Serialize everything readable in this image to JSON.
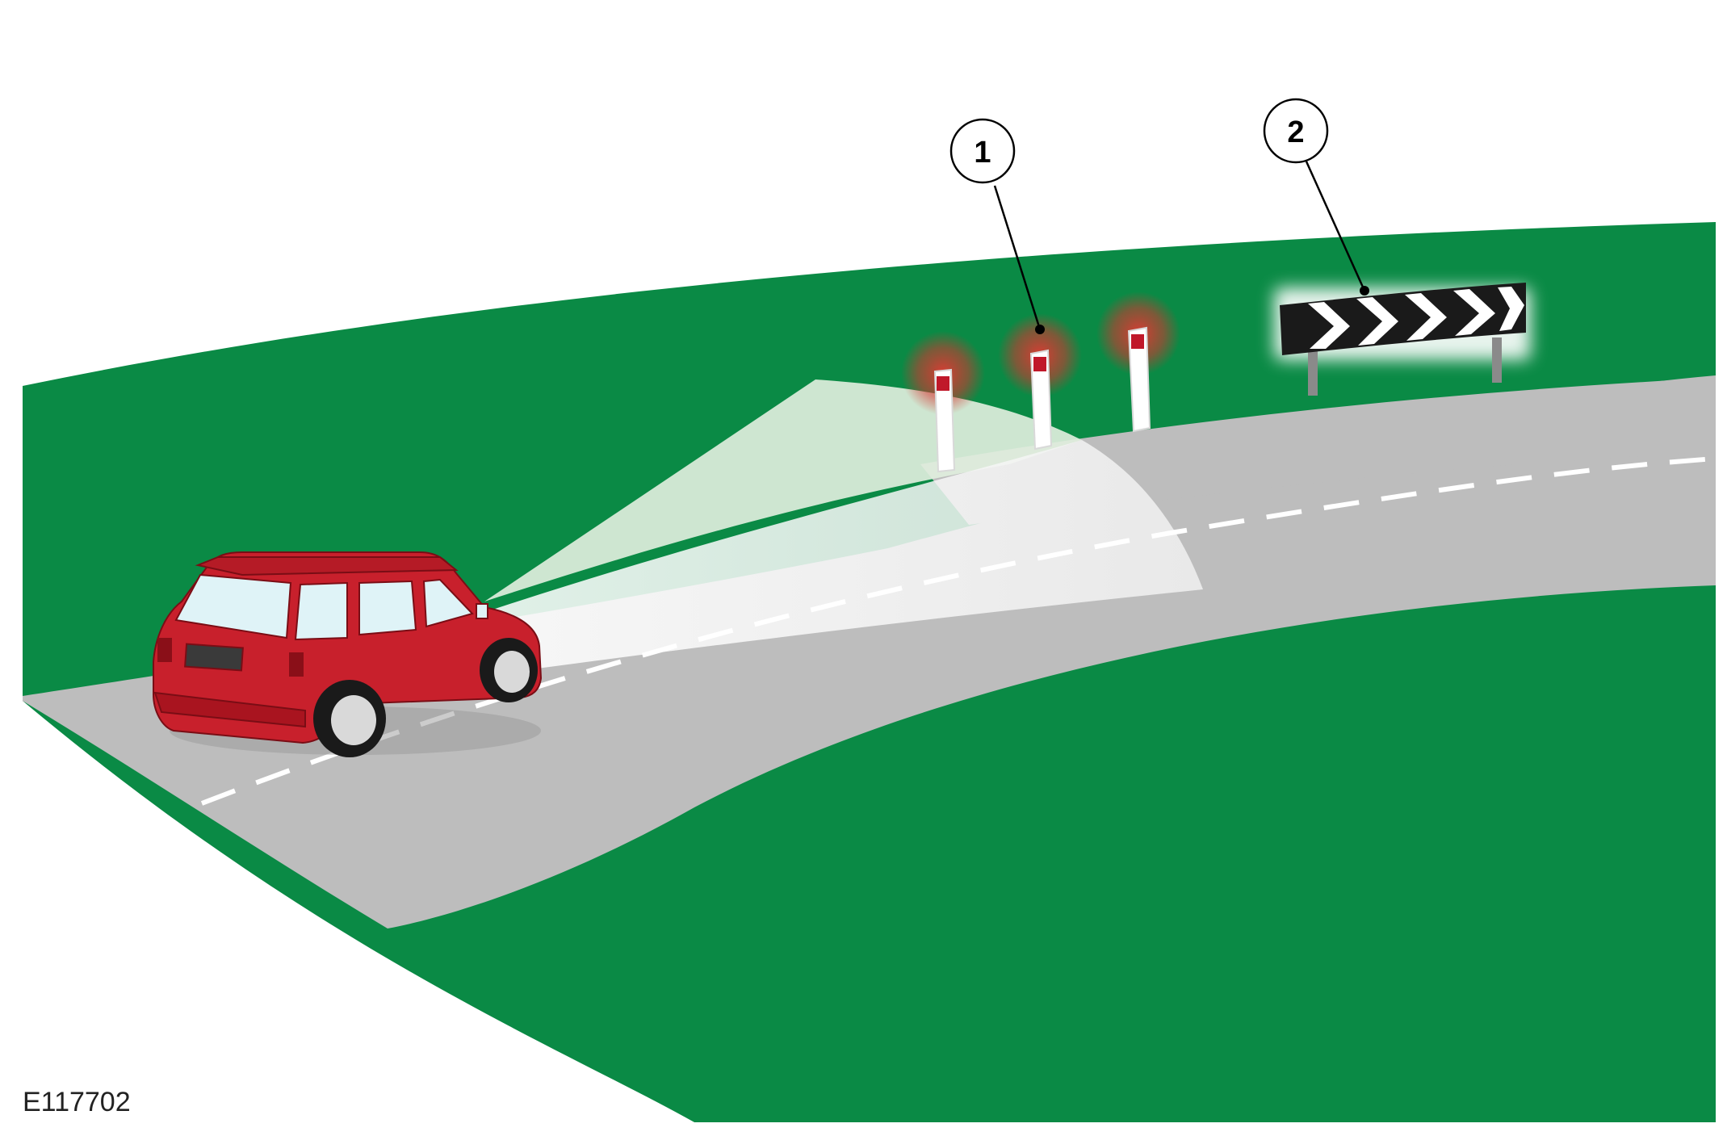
{
  "figure_id": "E117702",
  "callouts": [
    {
      "label": "1",
      "target": "reflector-post"
    },
    {
      "label": "2",
      "target": "chevron-sign"
    }
  ],
  "colors": {
    "grass": "#0a8a45",
    "road": "#bdbdbd",
    "beam": "#eef3ee",
    "car": "#c8202c",
    "reflector_glow": "#d8332f",
    "sign": "#1a1a1a"
  },
  "icons": [
    "car-icon",
    "reflector-post-icon",
    "chevron-sign-icon"
  ]
}
